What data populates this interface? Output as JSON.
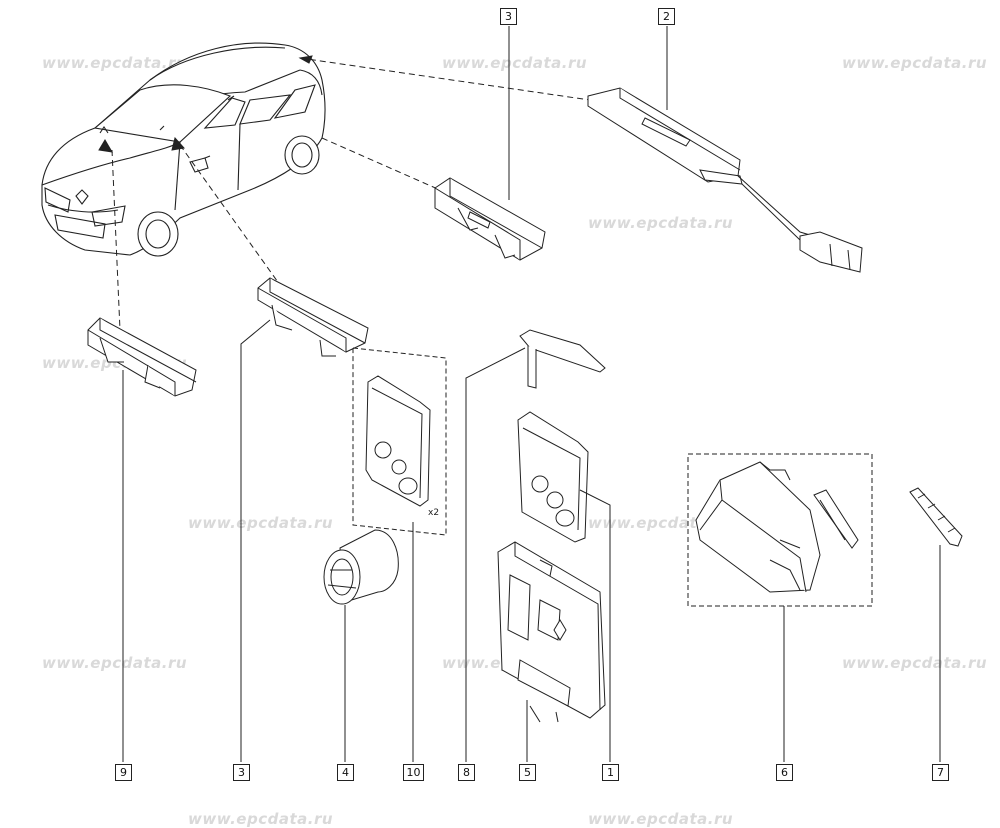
{
  "watermark": {
    "text": "www.epcdata.ru",
    "color": "#d9d9d9"
  },
  "callouts": {
    "top_3": "3",
    "top_2": "2",
    "bottom": [
      {
        "key": "9",
        "label": "9"
      },
      {
        "key": "3",
        "label": "3"
      },
      {
        "key": "4",
        "label": "4"
      },
      {
        "key": "10",
        "label": "10"
      },
      {
        "key": "8",
        "label": "8"
      },
      {
        "key": "5",
        "label": "5"
      },
      {
        "key": "1",
        "label": "1"
      },
      {
        "key": "6",
        "label": "6"
      },
      {
        "key": "7",
        "label": "7"
      }
    ]
  },
  "quantity_note": "x2",
  "line_color": "#222222"
}
